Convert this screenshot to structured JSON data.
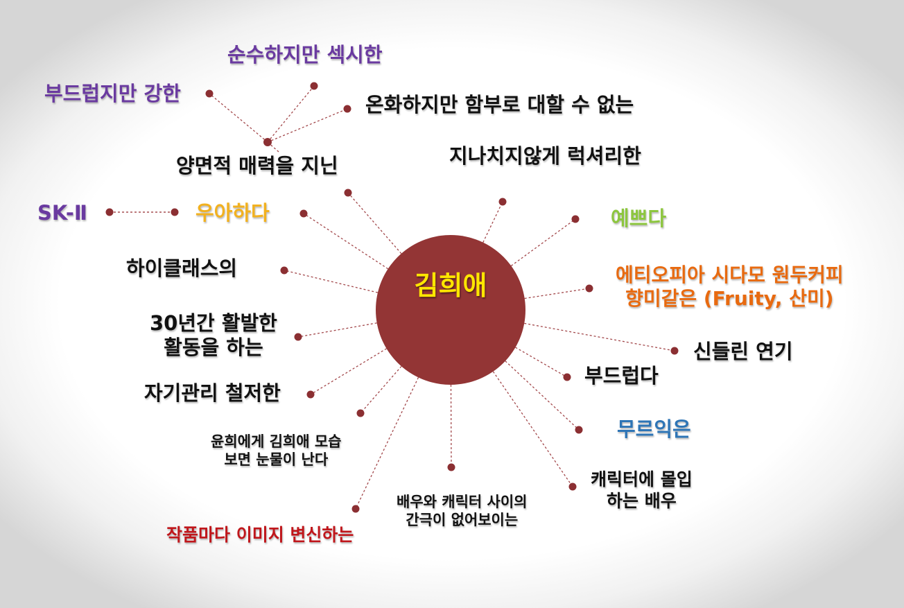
{
  "colors": {
    "center_fill": "#933535",
    "center_text": "#ffe600",
    "dot": "#8b2f32",
    "line": "#a2474a",
    "black": "#111111",
    "purple": "#6a3aa0",
    "gold": "#f2b11f",
    "green": "#8dc63f",
    "orange": "#e86a10",
    "blue": "#2e75b6",
    "red": "#c0161b"
  },
  "center": {
    "title": "김희애"
  },
  "nodes": [
    {
      "id": "yangmyeon",
      "lines": [
        "양면적 매력을 지닌"
      ],
      "color": "black"
    },
    {
      "id": "busdeureopjiman",
      "lines": [
        "부드럽지만 강한"
      ],
      "color": "purple"
    },
    {
      "id": "sunsu",
      "lines": [
        "순수하지만 섹시한"
      ],
      "color": "purple"
    },
    {
      "id": "onhwa",
      "lines": [
        "온화하지만 함부로 대할 수 없는"
      ],
      "color": "black"
    },
    {
      "id": "luxury",
      "lines": [
        "지나치지않게 럭셔리한"
      ],
      "color": "black"
    },
    {
      "id": "yeppeuda",
      "lines": [
        "예쁘다"
      ],
      "color": "green"
    },
    {
      "id": "ethiopia",
      "lines": [
        "에티오피아 시다모 원두커피",
        "향미같은 (Fruity, 산미)"
      ],
      "color": "orange"
    },
    {
      "id": "sindeullin",
      "lines": [
        "신들린 연기"
      ],
      "color": "black"
    },
    {
      "id": "budeureopda",
      "lines": [
        "부드럽다"
      ],
      "color": "black"
    },
    {
      "id": "mureuigeun",
      "lines": [
        "무르익은"
      ],
      "color": "blue"
    },
    {
      "id": "character",
      "lines": [
        "캐릭터에 몰입",
        "하는 배우"
      ],
      "color": "black"
    },
    {
      "id": "baewoo",
      "lines": [
        "배우와 캐릭터 사이의",
        "간극이 없어보이는"
      ],
      "color": "black"
    },
    {
      "id": "jakpum",
      "lines": [
        "작품마다 이미지 변신하는"
      ],
      "color": "red"
    },
    {
      "id": "yunhui",
      "lines": [
        "윤희에게 김희애 모습",
        "보면 눈물이 난다"
      ],
      "color": "black"
    },
    {
      "id": "jagigwanri",
      "lines": [
        "자기관리 철저한"
      ],
      "color": "black"
    },
    {
      "id": "30nyeon",
      "lines": [
        "30년간 활발한",
        "활동을 하는"
      ],
      "color": "black"
    },
    {
      "id": "highclass",
      "lines": [
        "하이클래스의"
      ],
      "color": "black"
    },
    {
      "id": "uahada",
      "lines": [
        "우아하다"
      ],
      "color": "gold"
    },
    {
      "id": "sk2",
      "lines": [
        "SK-Ⅱ"
      ],
      "color": "purple"
    }
  ]
}
